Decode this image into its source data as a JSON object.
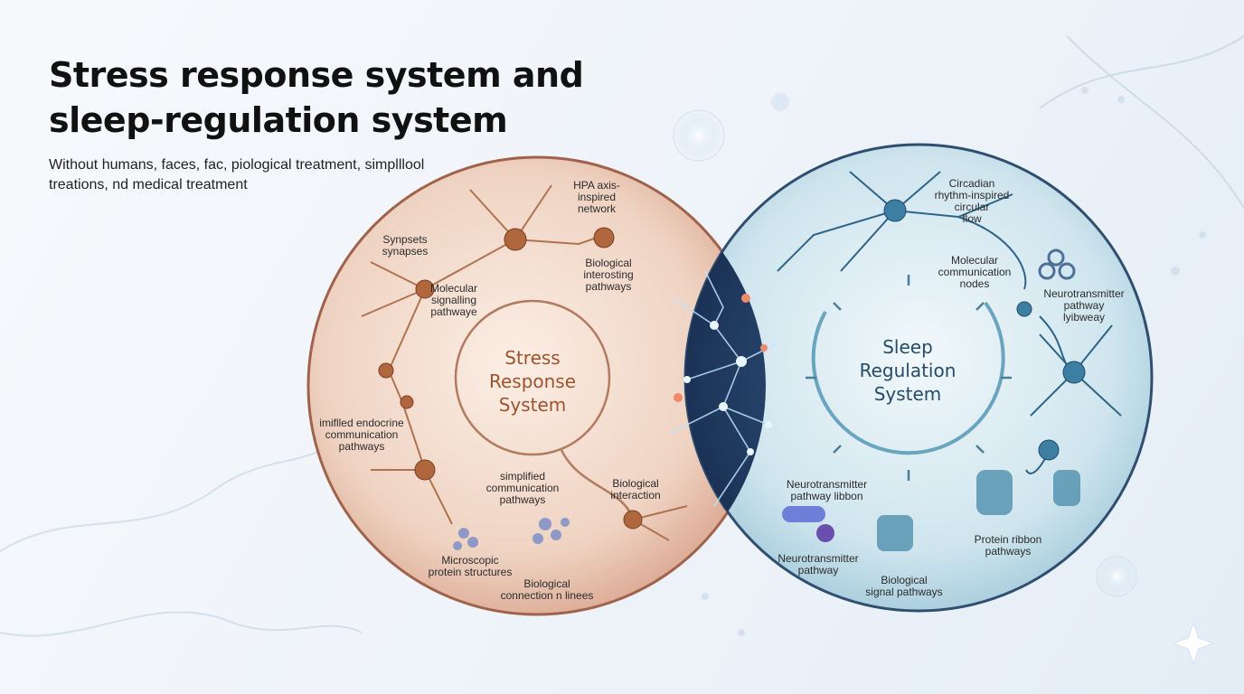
{
  "header": {
    "title": "Stress response system and sleep-regulation system",
    "subtitle": "Without humans, faces, fac, piological treatment, simplllool treations, nd medical treatment"
  },
  "stress": {
    "center": "Stress\nResponse\nSystem",
    "labels": {
      "hpa": "HPA axis-\ninspired\nnetwork",
      "synapses": "Synpsets\nsynapses",
      "molecular": "Molecular\nsignalling\npathwaye",
      "biological_pathways": "Biological\ninterosting\npathways",
      "endocrine": "imiflled endocrine\ncommunication\npathways",
      "simplified": "simplified\ncommunication\npathways",
      "interaction": "Biological\ninteraction",
      "protein": "Microscopic\nprotein structures",
      "connection": "Biological\nconnection n linees"
    }
  },
  "sleep": {
    "center": "Sleep\nRegulation\nSystem",
    "labels": {
      "circadian": "Circadian\nrhythm-inspired\ncircular\nflow",
      "molecular_nodes": "Molecular\ncommunication\nnodes",
      "neuro_pathway": "Neurotransmitter\npathway\nlyibweay",
      "neuro_ribbon": "Neurotransmitter\npathway libbon",
      "neuro_pathway2": "Neurotransmitter\npathway",
      "signal": "Biological\nsignal pathways",
      "protein_ribbon": "Protein ribbon\npathways"
    }
  },
  "colors": {
    "stress_accent": "#a0522d",
    "stress_fill": "#f1d6c6",
    "sleep_accent": "#2f5f84",
    "sleep_fill": "#cfe6ee",
    "overlap": "#1c3557"
  }
}
